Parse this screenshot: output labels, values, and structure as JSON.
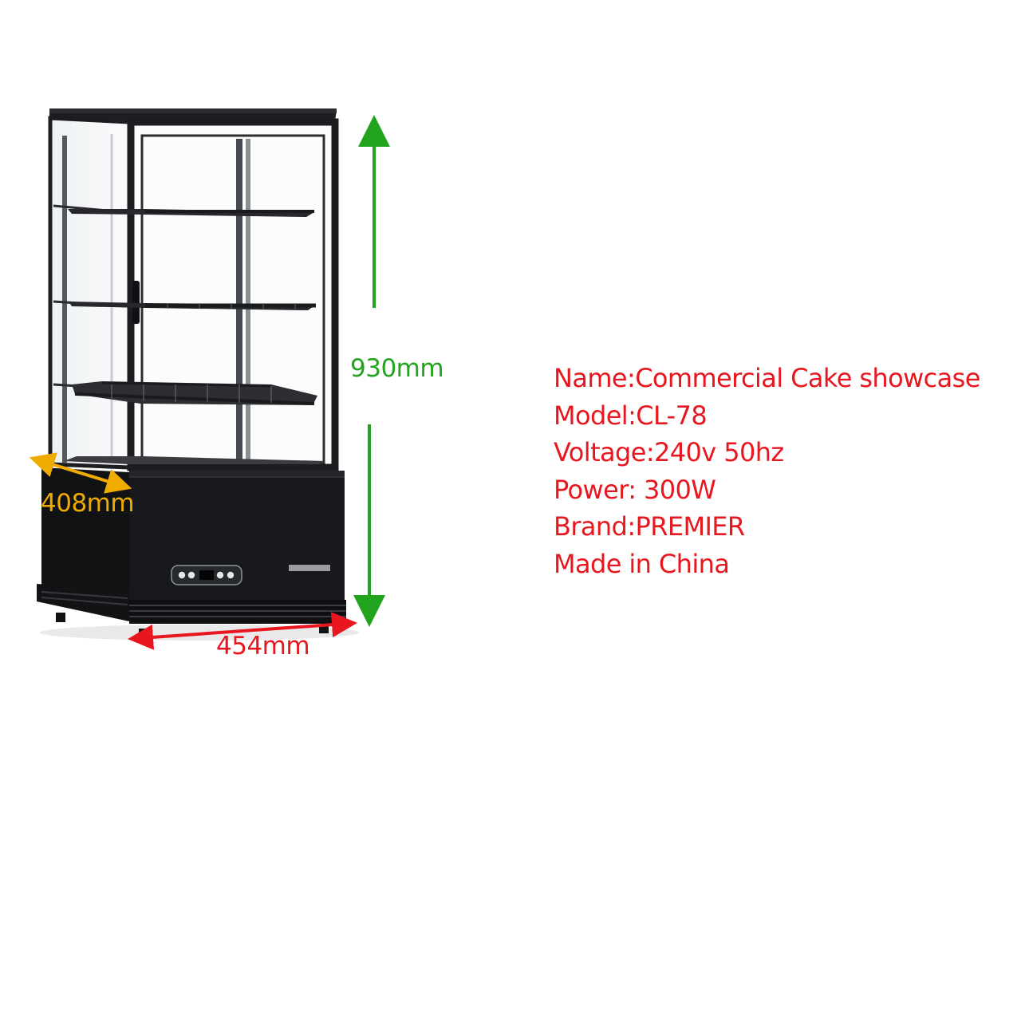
{
  "dimensions": {
    "height": {
      "text": "930mm",
      "color": "#22a41f"
    },
    "depth": {
      "text": "408mm",
      "color": "#f0ab00"
    },
    "width": {
      "text": "454mm",
      "color": "#e8161e"
    }
  },
  "specs": {
    "color": "#e8161e",
    "lines": [
      "Name:Commercial Cake showcase",
      "Model:CL-78",
      "Voltage:240v 50hz",
      "Power:  300W",
      "Brand:PREMIER",
      "Made in China"
    ]
  },
  "product": {
    "subject": "black four-sided glass display showcase with three wire shelves",
    "body_color": "#16181b",
    "icon": "display-fridge-illustration"
  }
}
